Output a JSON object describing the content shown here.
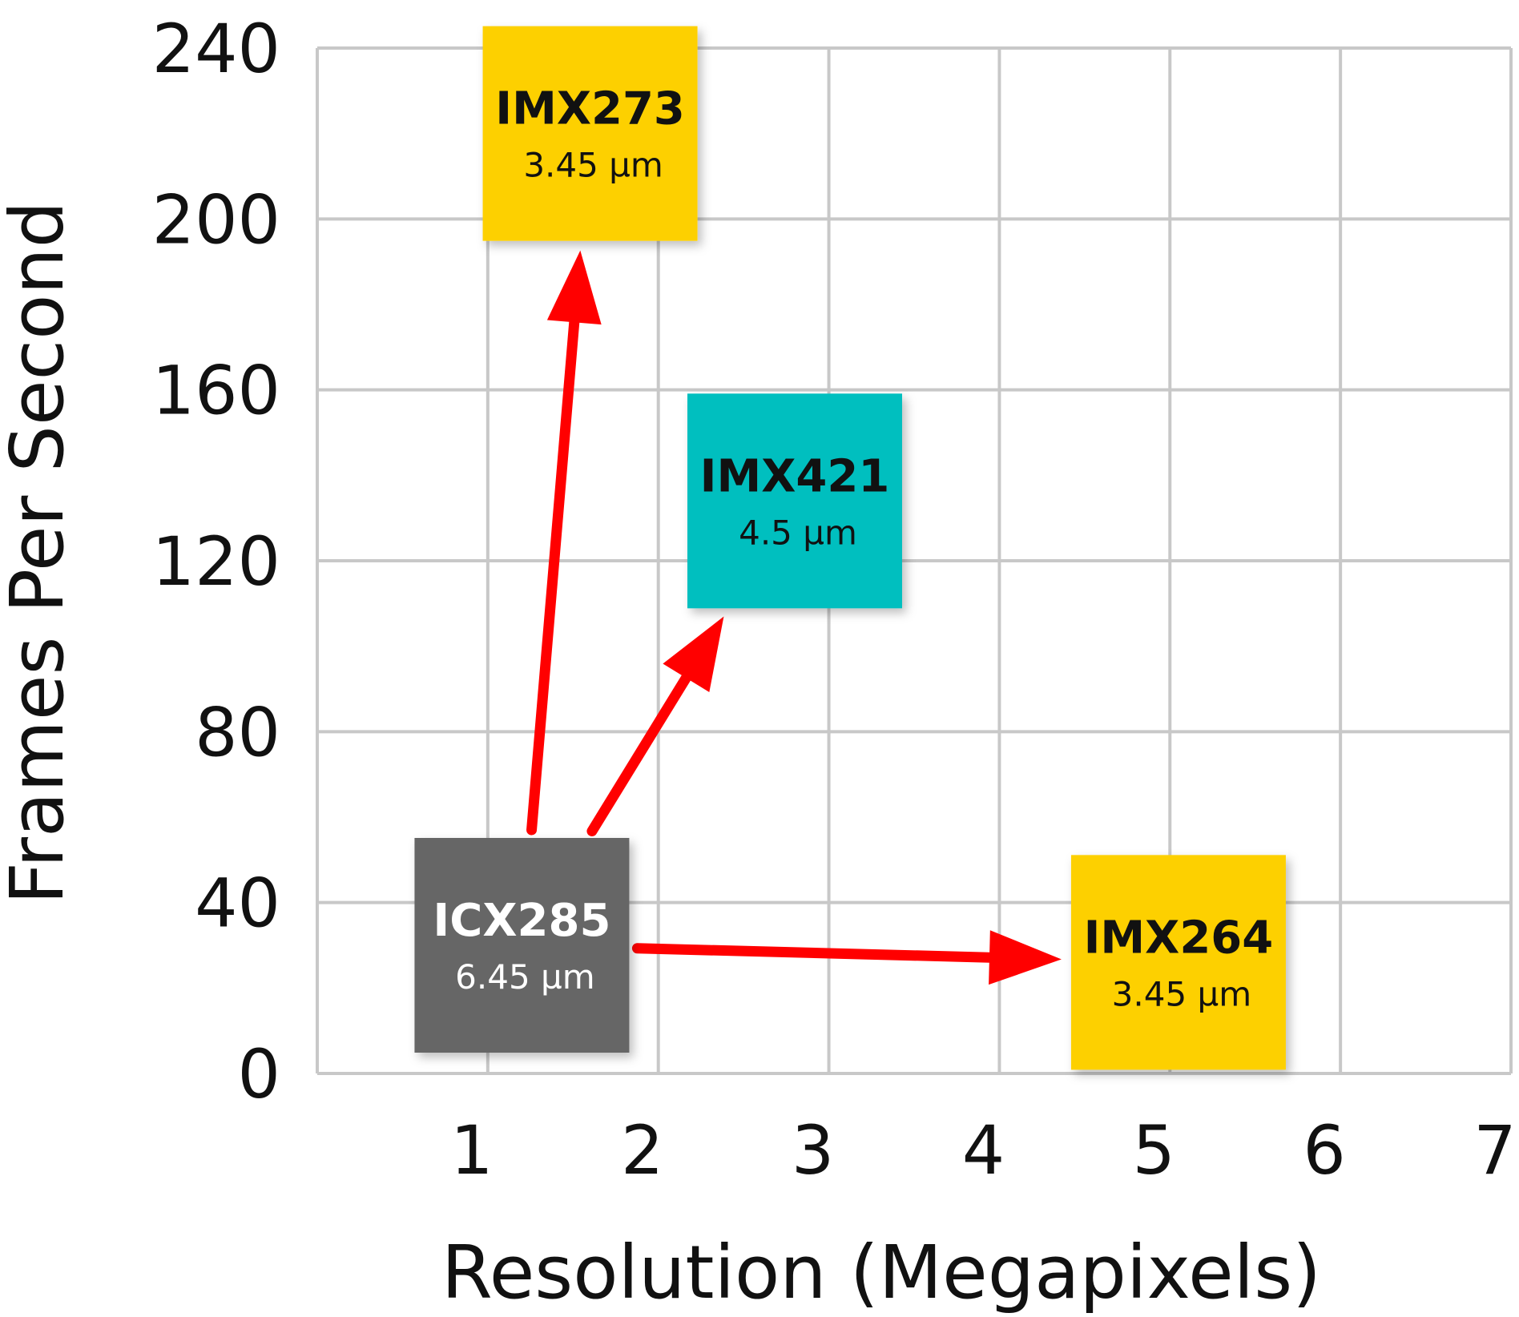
{
  "chart_data": {
    "type": "scatter",
    "xlabel": "Resolution (Megapixels)",
    "ylabel": "Frames Per Second",
    "xlim": [
      0,
      7
    ],
    "ylim": [
      0,
      240
    ],
    "x_ticks": [
      "1",
      "2",
      "3",
      "4",
      "5",
      "6",
      "7"
    ],
    "y_ticks": [
      "0",
      "40",
      "80",
      "120",
      "160",
      "200",
      "240"
    ],
    "grid": true,
    "points": [
      {
        "name": "ICX285",
        "pixel_size": "6.45 µm",
        "x": 1.2,
        "y": 30,
        "color": "#666666",
        "text_color": "#ffffff"
      },
      {
        "name": "IMX273",
        "pixel_size": "3.45 µm",
        "x": 1.6,
        "y": 220,
        "color": "#fdd000",
        "text_color": "#111111"
      },
      {
        "name": "IMX421",
        "pixel_size": "4.5 µm",
        "x": 2.8,
        "y": 134,
        "color": "#00bfbf",
        "text_color": "#111111"
      },
      {
        "name": "IMX264",
        "pixel_size": "3.45 µm",
        "x": 5.05,
        "y": 26,
        "color": "#fdd000",
        "text_color": "#111111"
      }
    ],
    "arrows": [
      {
        "from": "ICX285",
        "to": "IMX273",
        "color": "#ff0000"
      },
      {
        "from": "ICX285",
        "to": "IMX421",
        "color": "#ff0000"
      },
      {
        "from": "ICX285",
        "to": "IMX264",
        "color": "#ff0000"
      }
    ]
  }
}
